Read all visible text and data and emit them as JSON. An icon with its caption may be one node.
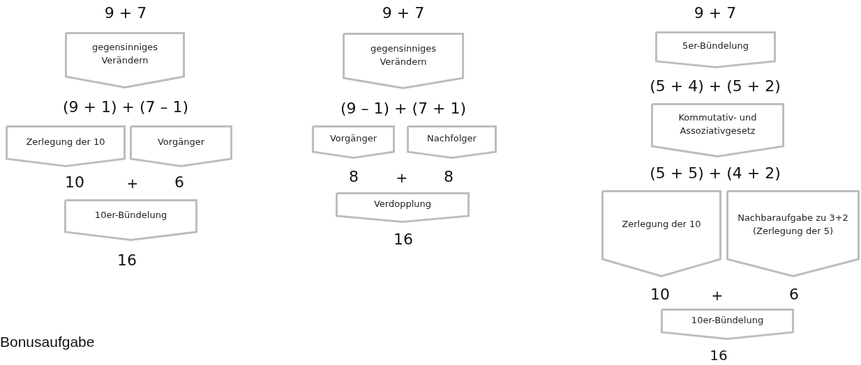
{
  "diagram": {
    "nodes": [
      {
        "text": [
          "gegensinniges Verändern"
        ]
      },
      {
        "text": [
          "Zerlegung der 10"
        ]
      },
      {
        "text": [
          "Vorgänger"
        ]
      },
      {
        "text": [
          "10er-Bündelung"
        ]
      },
      {
        "text": [
          "gegensinniges Verändern"
        ]
      },
      {
        "text": [
          "Vorgänger"
        ]
      },
      {
        "text": [
          "Nachfolger"
        ]
      },
      {
        "text": [
          "Verdopplung"
        ]
      },
      {
        "text": [
          "5er-Bündelung"
        ]
      },
      {
        "text": [
          "Kommutativ- und Assoziativgesetz"
        ]
      },
      {
        "text": [
          "Zerlegung der 10"
        ]
      },
      {
        "text": [
          "Nachbaraufgabe zu 3+2 (Zerlegung der 5)"
        ]
      },
      {
        "text": [
          "10er-Bündelung"
        ]
      }
    ],
    "labels": [
      "9 + 7",
      "(9 + 1) + (7 – 1)",
      "10",
      "+",
      "6",
      "16",
      "9 + 7",
      "(9 – 1) + (7 + 1)",
      "8",
      "+",
      "8",
      "16",
      "9 + 7",
      "(5 + 4) + (5 + 2)",
      "(5 + 5) + (4 + 2)",
      "10",
      "+",
      "6",
      "16",
      "Bonusaufgabe"
    ]
  }
}
